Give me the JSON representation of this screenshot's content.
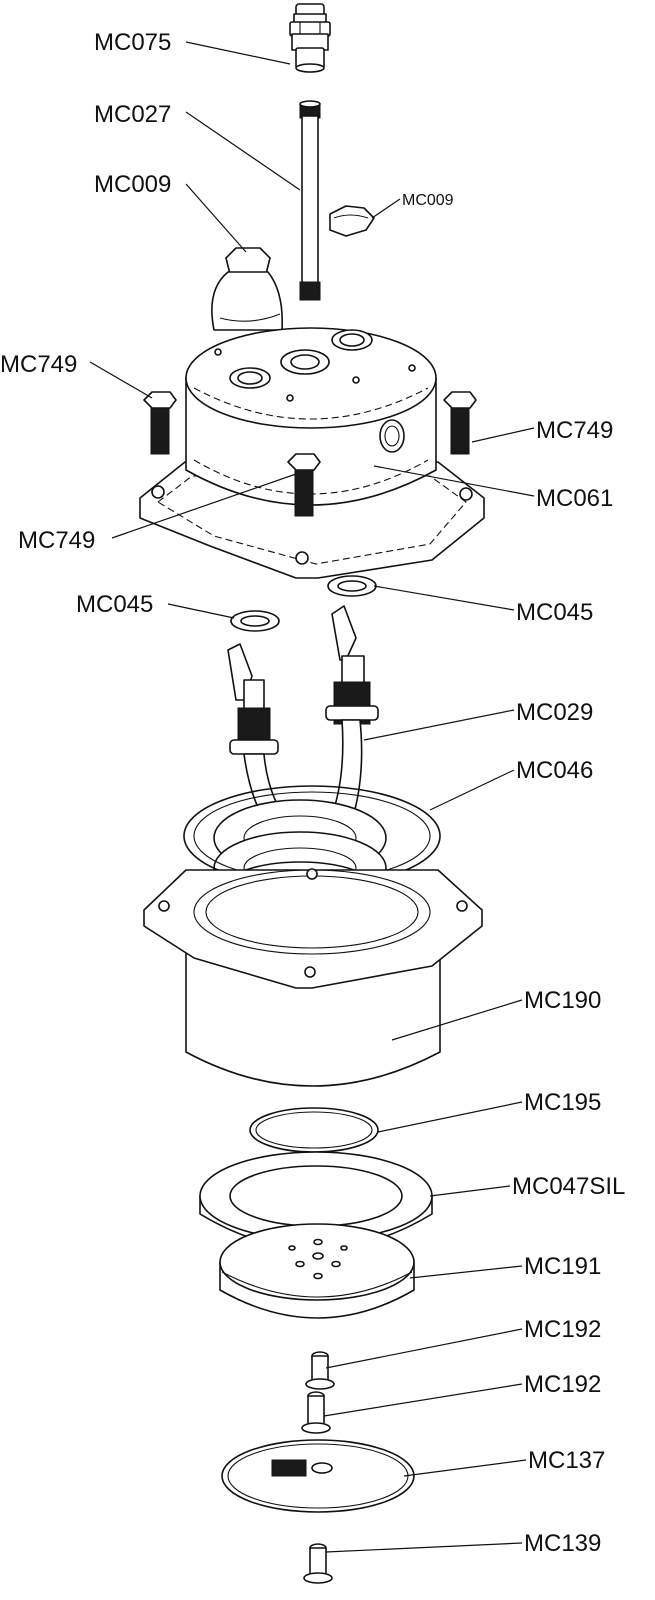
{
  "diagram": {
    "labels": {
      "mc075": "MC075",
      "mc027": "MC027",
      "mc009": "MC009",
      "mc009_small": "MC009",
      "mc749_left": "MC749",
      "mc749_right": "MC749",
      "mc749_mid": "MC749",
      "mc061": "MC061",
      "mc045_left": "MC045",
      "mc045_right": "MC045",
      "mc029": "MC029",
      "mc046": "MC046",
      "mc190": "MC190",
      "mc195": "MC195",
      "mc047sil": "MC047SIL",
      "mc191": "MC191",
      "mc192_top": "MC192",
      "mc192_bottom": "MC192",
      "mc137": "MC137",
      "mc139": "MC139"
    }
  }
}
